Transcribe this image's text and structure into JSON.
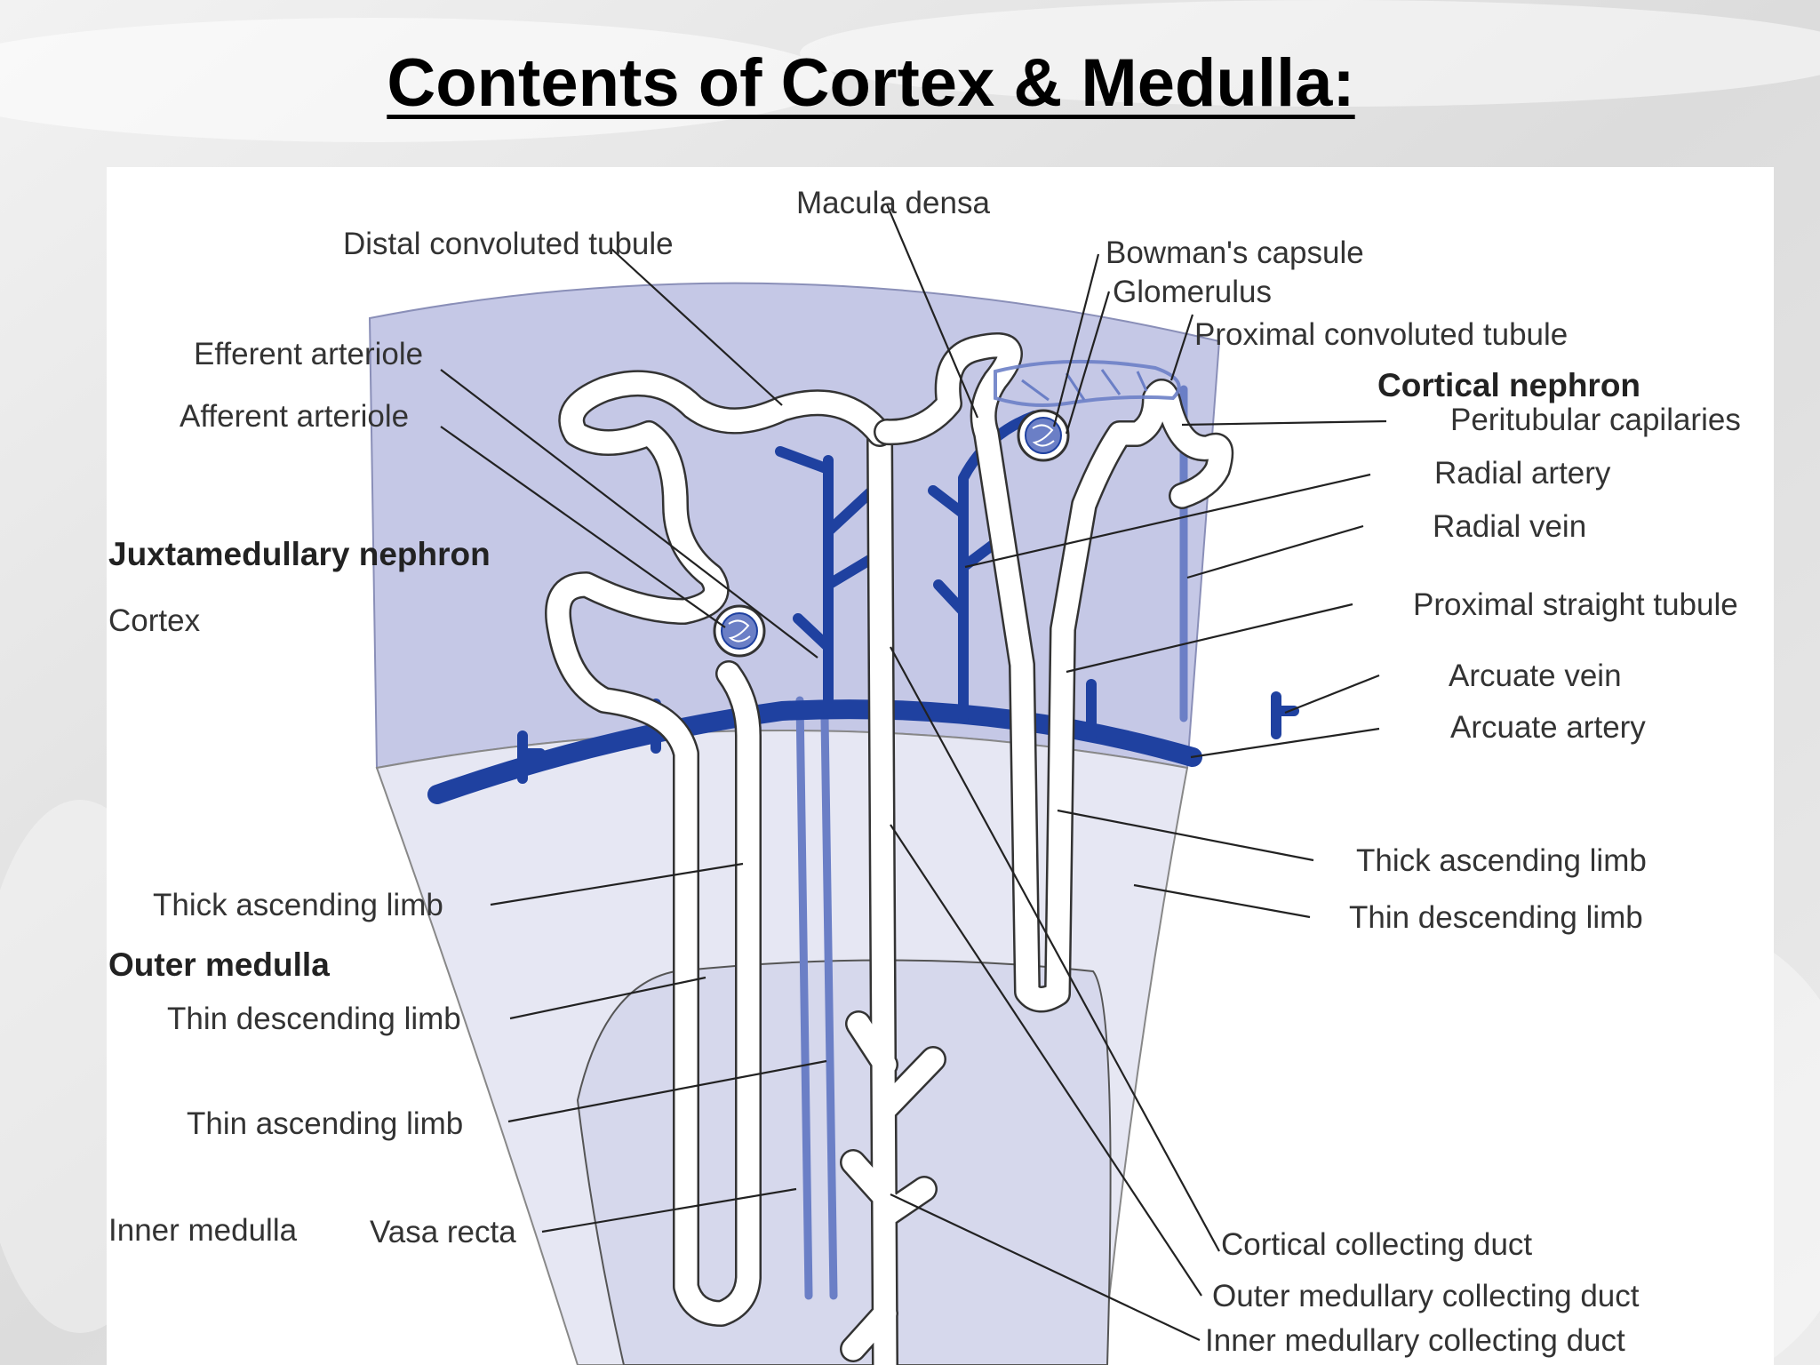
{
  "slide": {
    "title": "Contents of Cortex & Medulla:"
  },
  "colors": {
    "cortex_fill": "#c5c8e6",
    "medulla_outer_fill": "#e6e7f3",
    "medulla_inner_fill": "#d6d8ec",
    "vessel": "#1f41a0",
    "vessel_light": "#6b7fc6",
    "tubule": "#ffffff"
  },
  "labels": {
    "macula_densa": "Macula densa",
    "distal_convoluted_tubule": "Distal convoluted tubule",
    "bowmans_capsule": "Bowman's capsule",
    "glomerulus": "Glomerulus",
    "proximal_convoluted_tubule": "Proximal convoluted tubule",
    "efferent_arteriole": "Efferent arteriole",
    "afferent_arteriole": "Afferent arteriole",
    "cortical_nephron": "Cortical nephron",
    "peritubular_capillaries": "Peritubular capilaries",
    "radial_artery": "Radial artery",
    "radial_vein": "Radial vein",
    "juxtamedullary_nephron": "Juxtamedullary nephron",
    "cortex": "Cortex",
    "proximal_straight_tubule": "Proximal straight tubule",
    "arcuate_vein": "Arcuate vein",
    "arcuate_artery": "Arcuate artery",
    "thick_ascending_limb_right": "Thick ascending limb",
    "thin_descending_limb_right": "Thin descending limb",
    "thick_ascending_limb_left": "Thick ascending limb",
    "outer_medulla": "Outer medulla",
    "thin_descending_limb_left": "Thin descending limb",
    "thin_ascending_limb": "Thin ascending limb",
    "inner_medulla": "Inner medulla",
    "vasa_recta": "Vasa recta",
    "cortical_collecting_duct": "Cortical collecting duct",
    "outer_medullary_collecting_duct": "Outer medullary collecting duct",
    "inner_medullary_collecting_duct": "Inner medullary collecting duct"
  }
}
